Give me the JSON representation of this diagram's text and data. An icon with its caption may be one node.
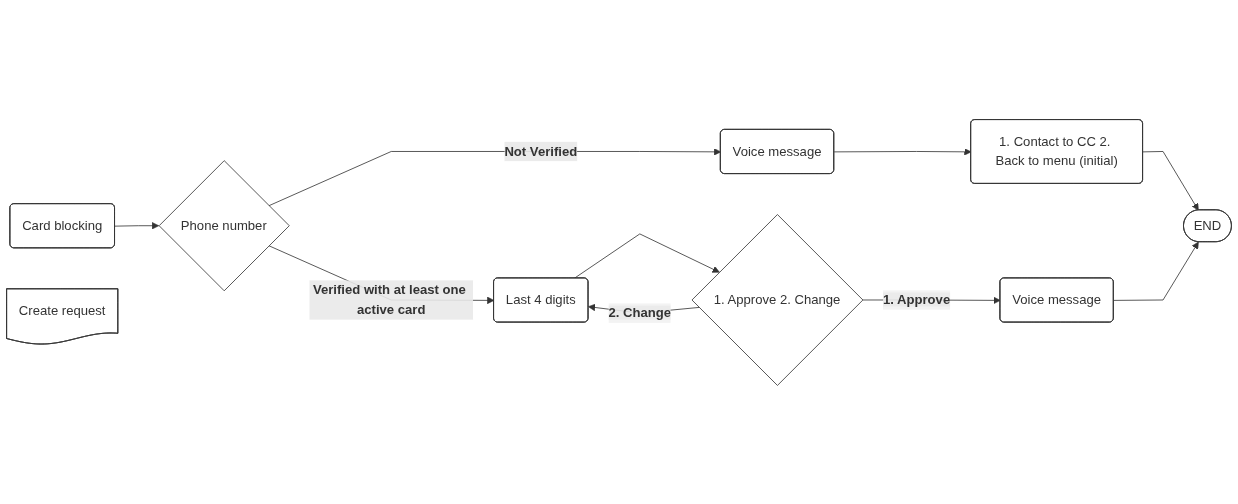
{
  "diagram": {
    "nodes": [
      {
        "text": [
          "Card blocking"
        ]
      },
      {
        "text": [
          "Phone number"
        ]
      },
      {
        "text": [
          "Last 4 digits"
        ]
      },
      {
        "text": [
          "1. Approve 2. Change"
        ]
      },
      {
        "text": [
          "Voice message"
        ]
      },
      {
        "text": [
          "Voice message"
        ]
      },
      {
        "text": [
          "1. Contact to CC 2. Back to menu (initial)"
        ]
      },
      {
        "text": [
          "END"
        ]
      },
      {
        "text": [
          "Create request"
        ]
      }
    ],
    "edges": [
      {
        "from": 0,
        "to": 1,
        "arrow": "to"
      },
      {
        "from": 1,
        "to": 2,
        "arrow": "to",
        "label": "Verified with at least one active card"
      },
      {
        "from": 2,
        "to": 3,
        "arrow": "to"
      },
      {
        "from": 3,
        "to": 2,
        "arrow": "to",
        "label": "2. Change"
      },
      {
        "from": 1,
        "to": 4,
        "arrow": "to",
        "label": "Not Verified"
      },
      {
        "from": 3,
        "to": 5,
        "arrow": "to",
        "label": "1. Approve"
      },
      {
        "from": 4,
        "to": 6,
        "arrow": "to"
      },
      {
        "from": 6,
        "to": 7,
        "arrow": "to"
      },
      {
        "from": 5,
        "to": 7,
        "arrow": "to"
      }
    ]
  }
}
